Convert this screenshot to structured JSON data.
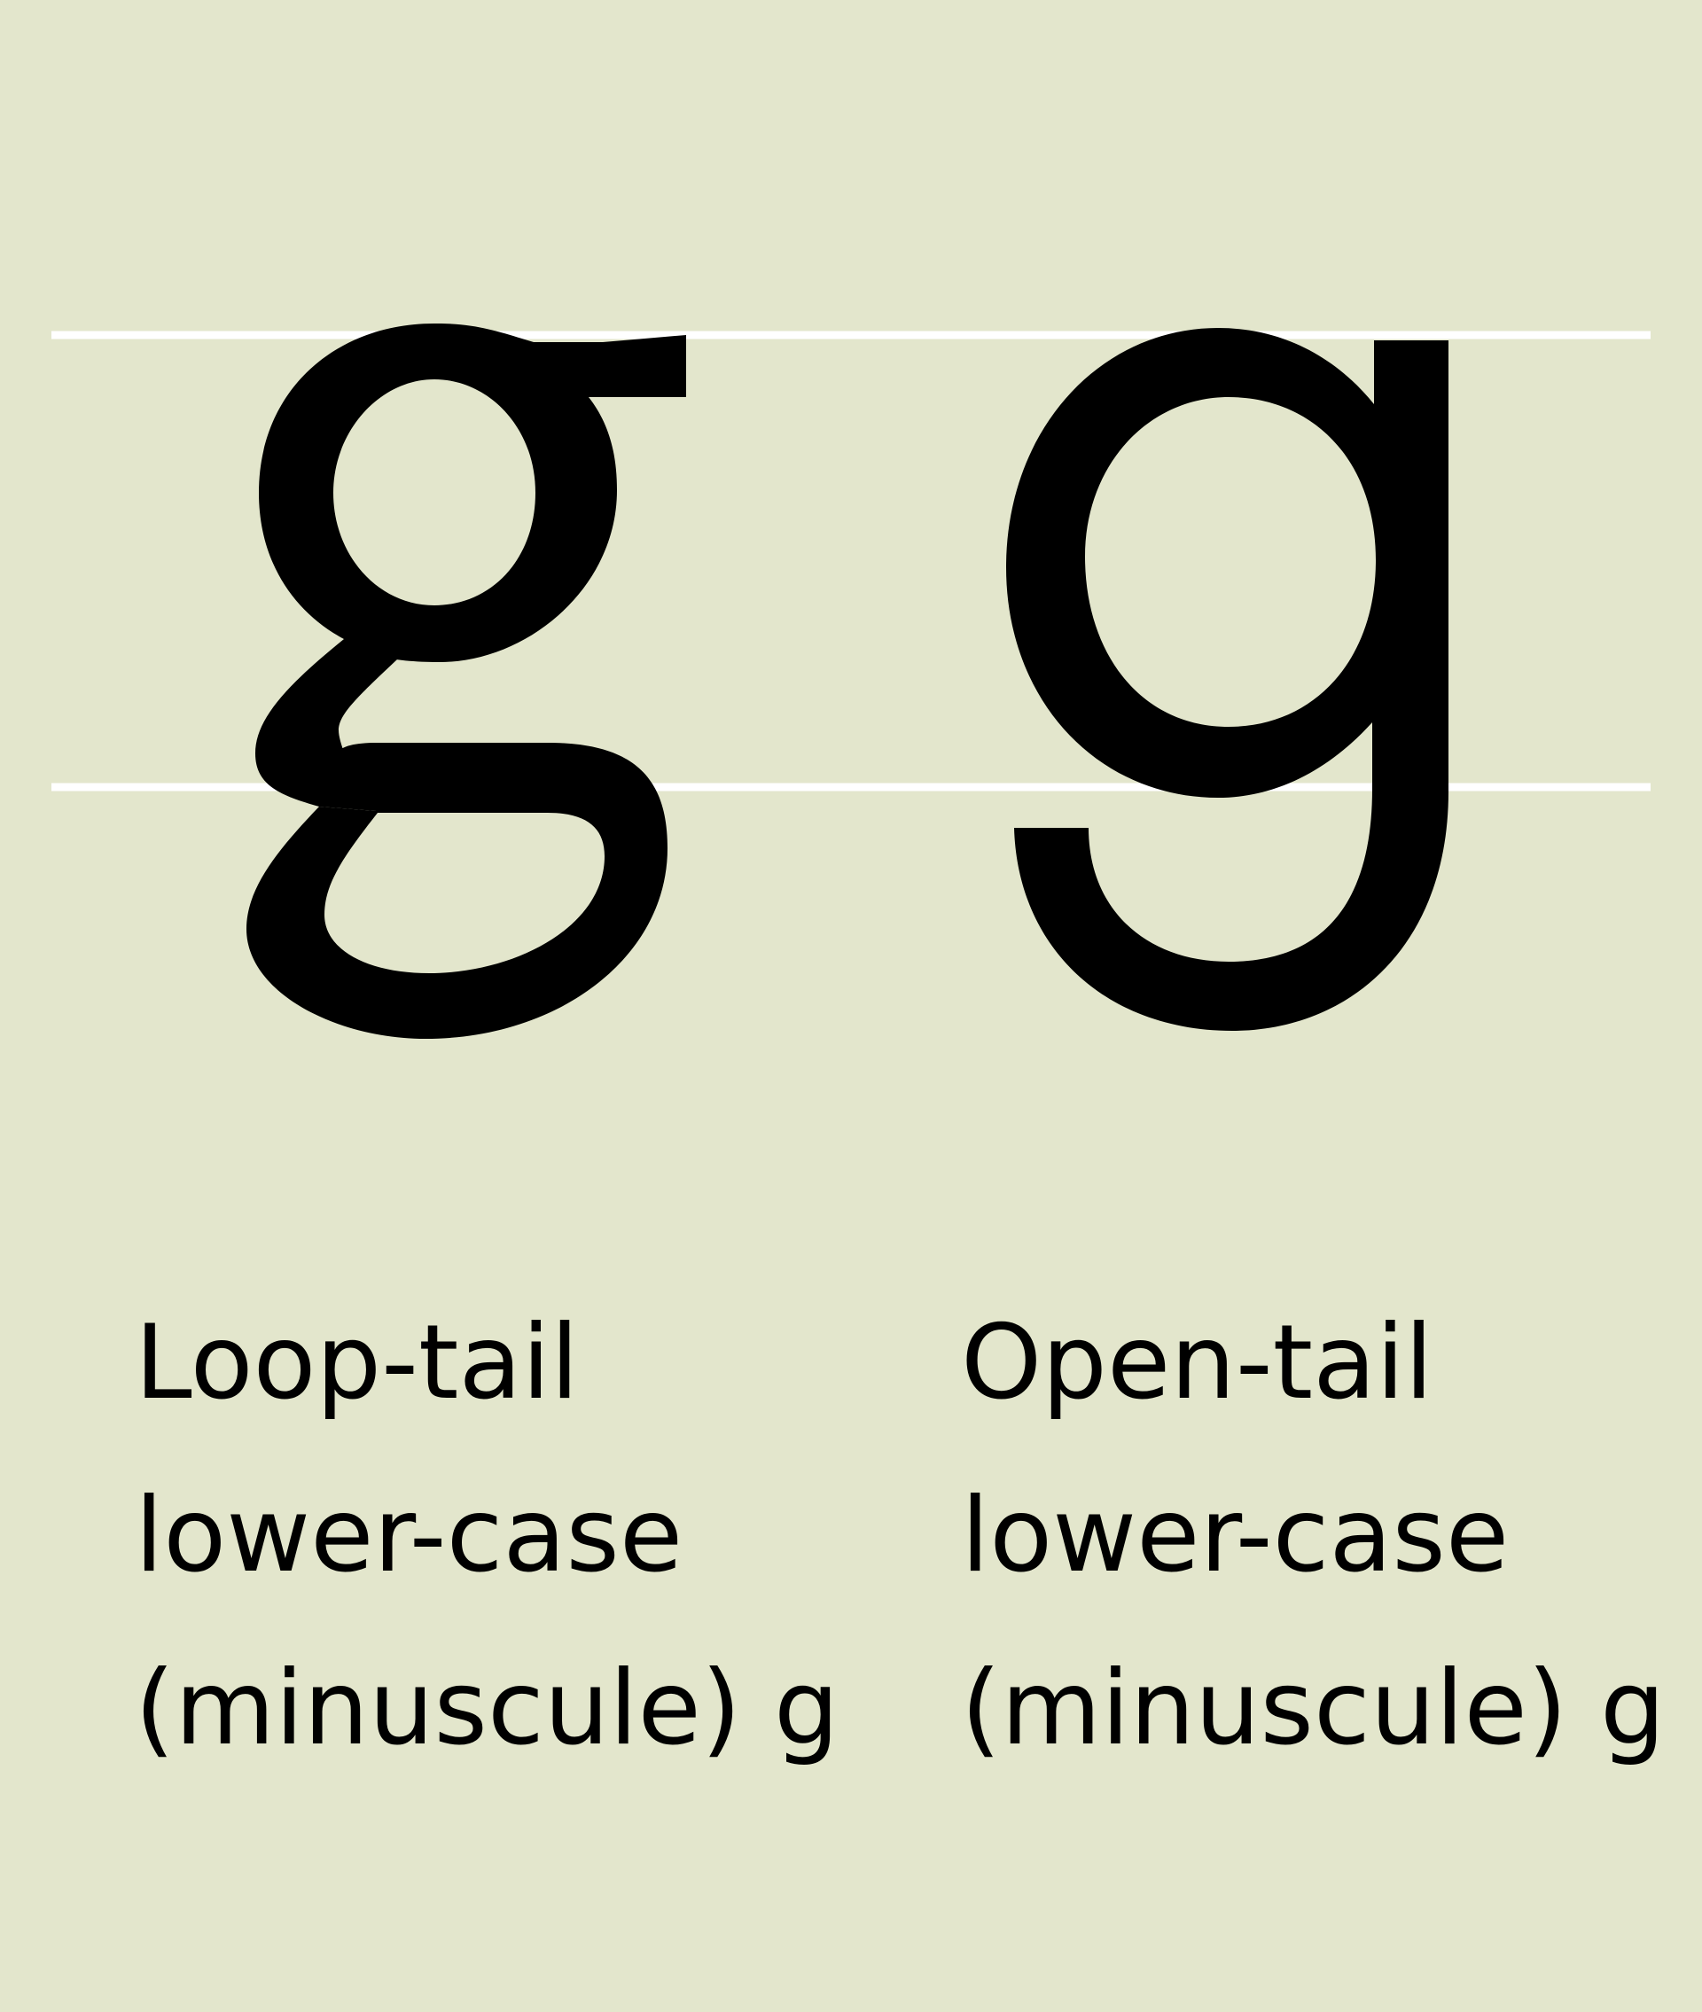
{
  "colors": {
    "background": "#e3e6cc",
    "guide_line": "#ffffff",
    "glyph": "#000000"
  },
  "glyphs": [
    {
      "style": "loop-tail",
      "caption": [
        "Loop-tail",
        "lower-case",
        "(minuscule) g"
      ]
    },
    {
      "style": "open-tail",
      "caption": [
        "Open-tail",
        "lower-case",
        "(minuscule) g"
      ]
    }
  ]
}
